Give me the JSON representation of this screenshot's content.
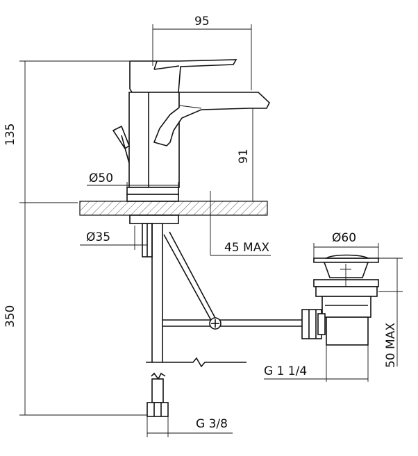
{
  "dimensions": {
    "width_top": "95",
    "height_tap": "135",
    "spout_height": "91",
    "base_diameter": "Ø50",
    "hole_diameter": "Ø35",
    "deck_max": "45 MAX",
    "under_height": "350",
    "drain_diameter": "Ø60",
    "drain_max": "50 MAX",
    "drain_thread": "G 1 1/4",
    "supply_thread": "G 3/8"
  }
}
